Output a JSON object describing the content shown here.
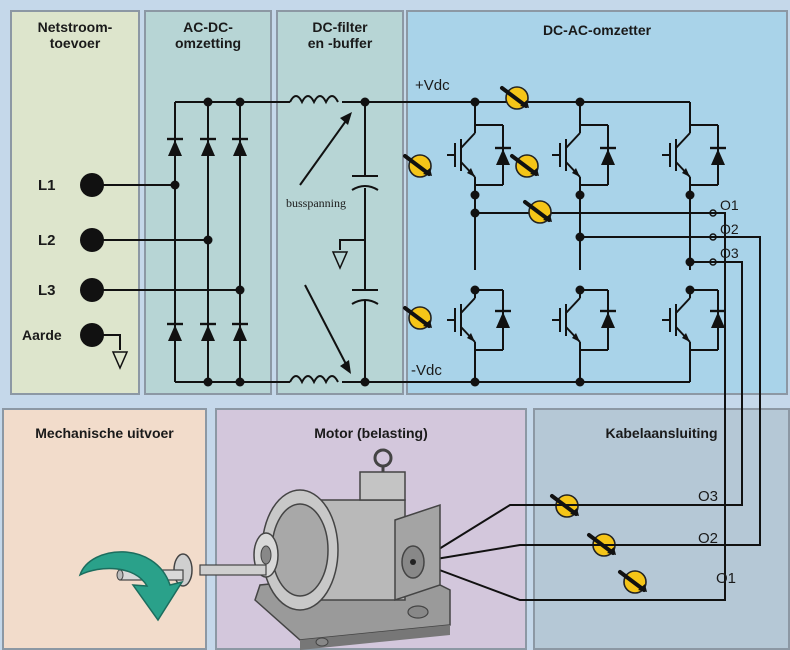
{
  "sections": {
    "supply": "Netstroom-\ntoevoer",
    "rectifier": "AC-DC-\nomzetting",
    "filter": "DC-filter\nen -buffer",
    "inverter": "DC-AC-omzetter",
    "mechanical": "Mechanische uitvoer",
    "motor": "Motor (belasting)",
    "cable": "Kabelaansluiting"
  },
  "inputs": {
    "l1": "L1",
    "l2": "L2",
    "l3": "L3",
    "earth": "Aarde"
  },
  "bus": {
    "plus": "+Vdc",
    "minus": "-Vdc",
    "voltage": "busspanning"
  },
  "outputs": {
    "o1": "O1",
    "o2": "O2",
    "o3": "O3"
  },
  "cable_outputs": {
    "o3": "O3",
    "o2": "O2",
    "o1": "O1"
  },
  "colors": {
    "probe": "#f5c518",
    "wire": "#111111",
    "inverter_bg": "#a9d3e9"
  }
}
